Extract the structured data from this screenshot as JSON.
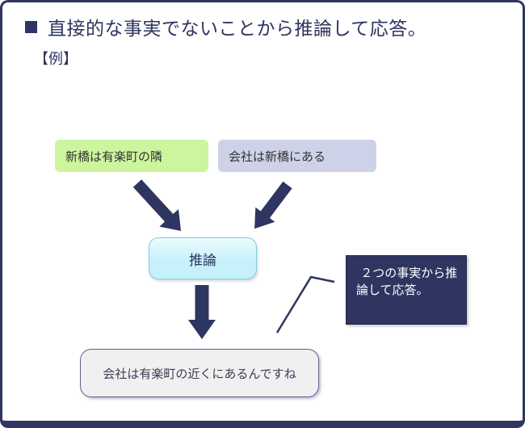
{
  "slide": {
    "bullet": "square",
    "title": "直接的な事実でないことから推論して応答。",
    "example_label": "【例】"
  },
  "diagram": {
    "fact1": "新橋は有楽町の隣",
    "fact2": "会社は新橋にある",
    "inference": "推論",
    "conclusion": "会社は有楽町の近くにあるんですね",
    "callout": "２つの事実から推論して応答。"
  },
  "colors": {
    "navy": "#2e3560",
    "green": "#ccf59d",
    "lavender": "#ced2e8",
    "cyan": "#c6f1fb",
    "cyan-border": "#86cade",
    "gray": "#f0f0f0",
    "gray-border": "#5c6190",
    "ink": "#333333"
  }
}
